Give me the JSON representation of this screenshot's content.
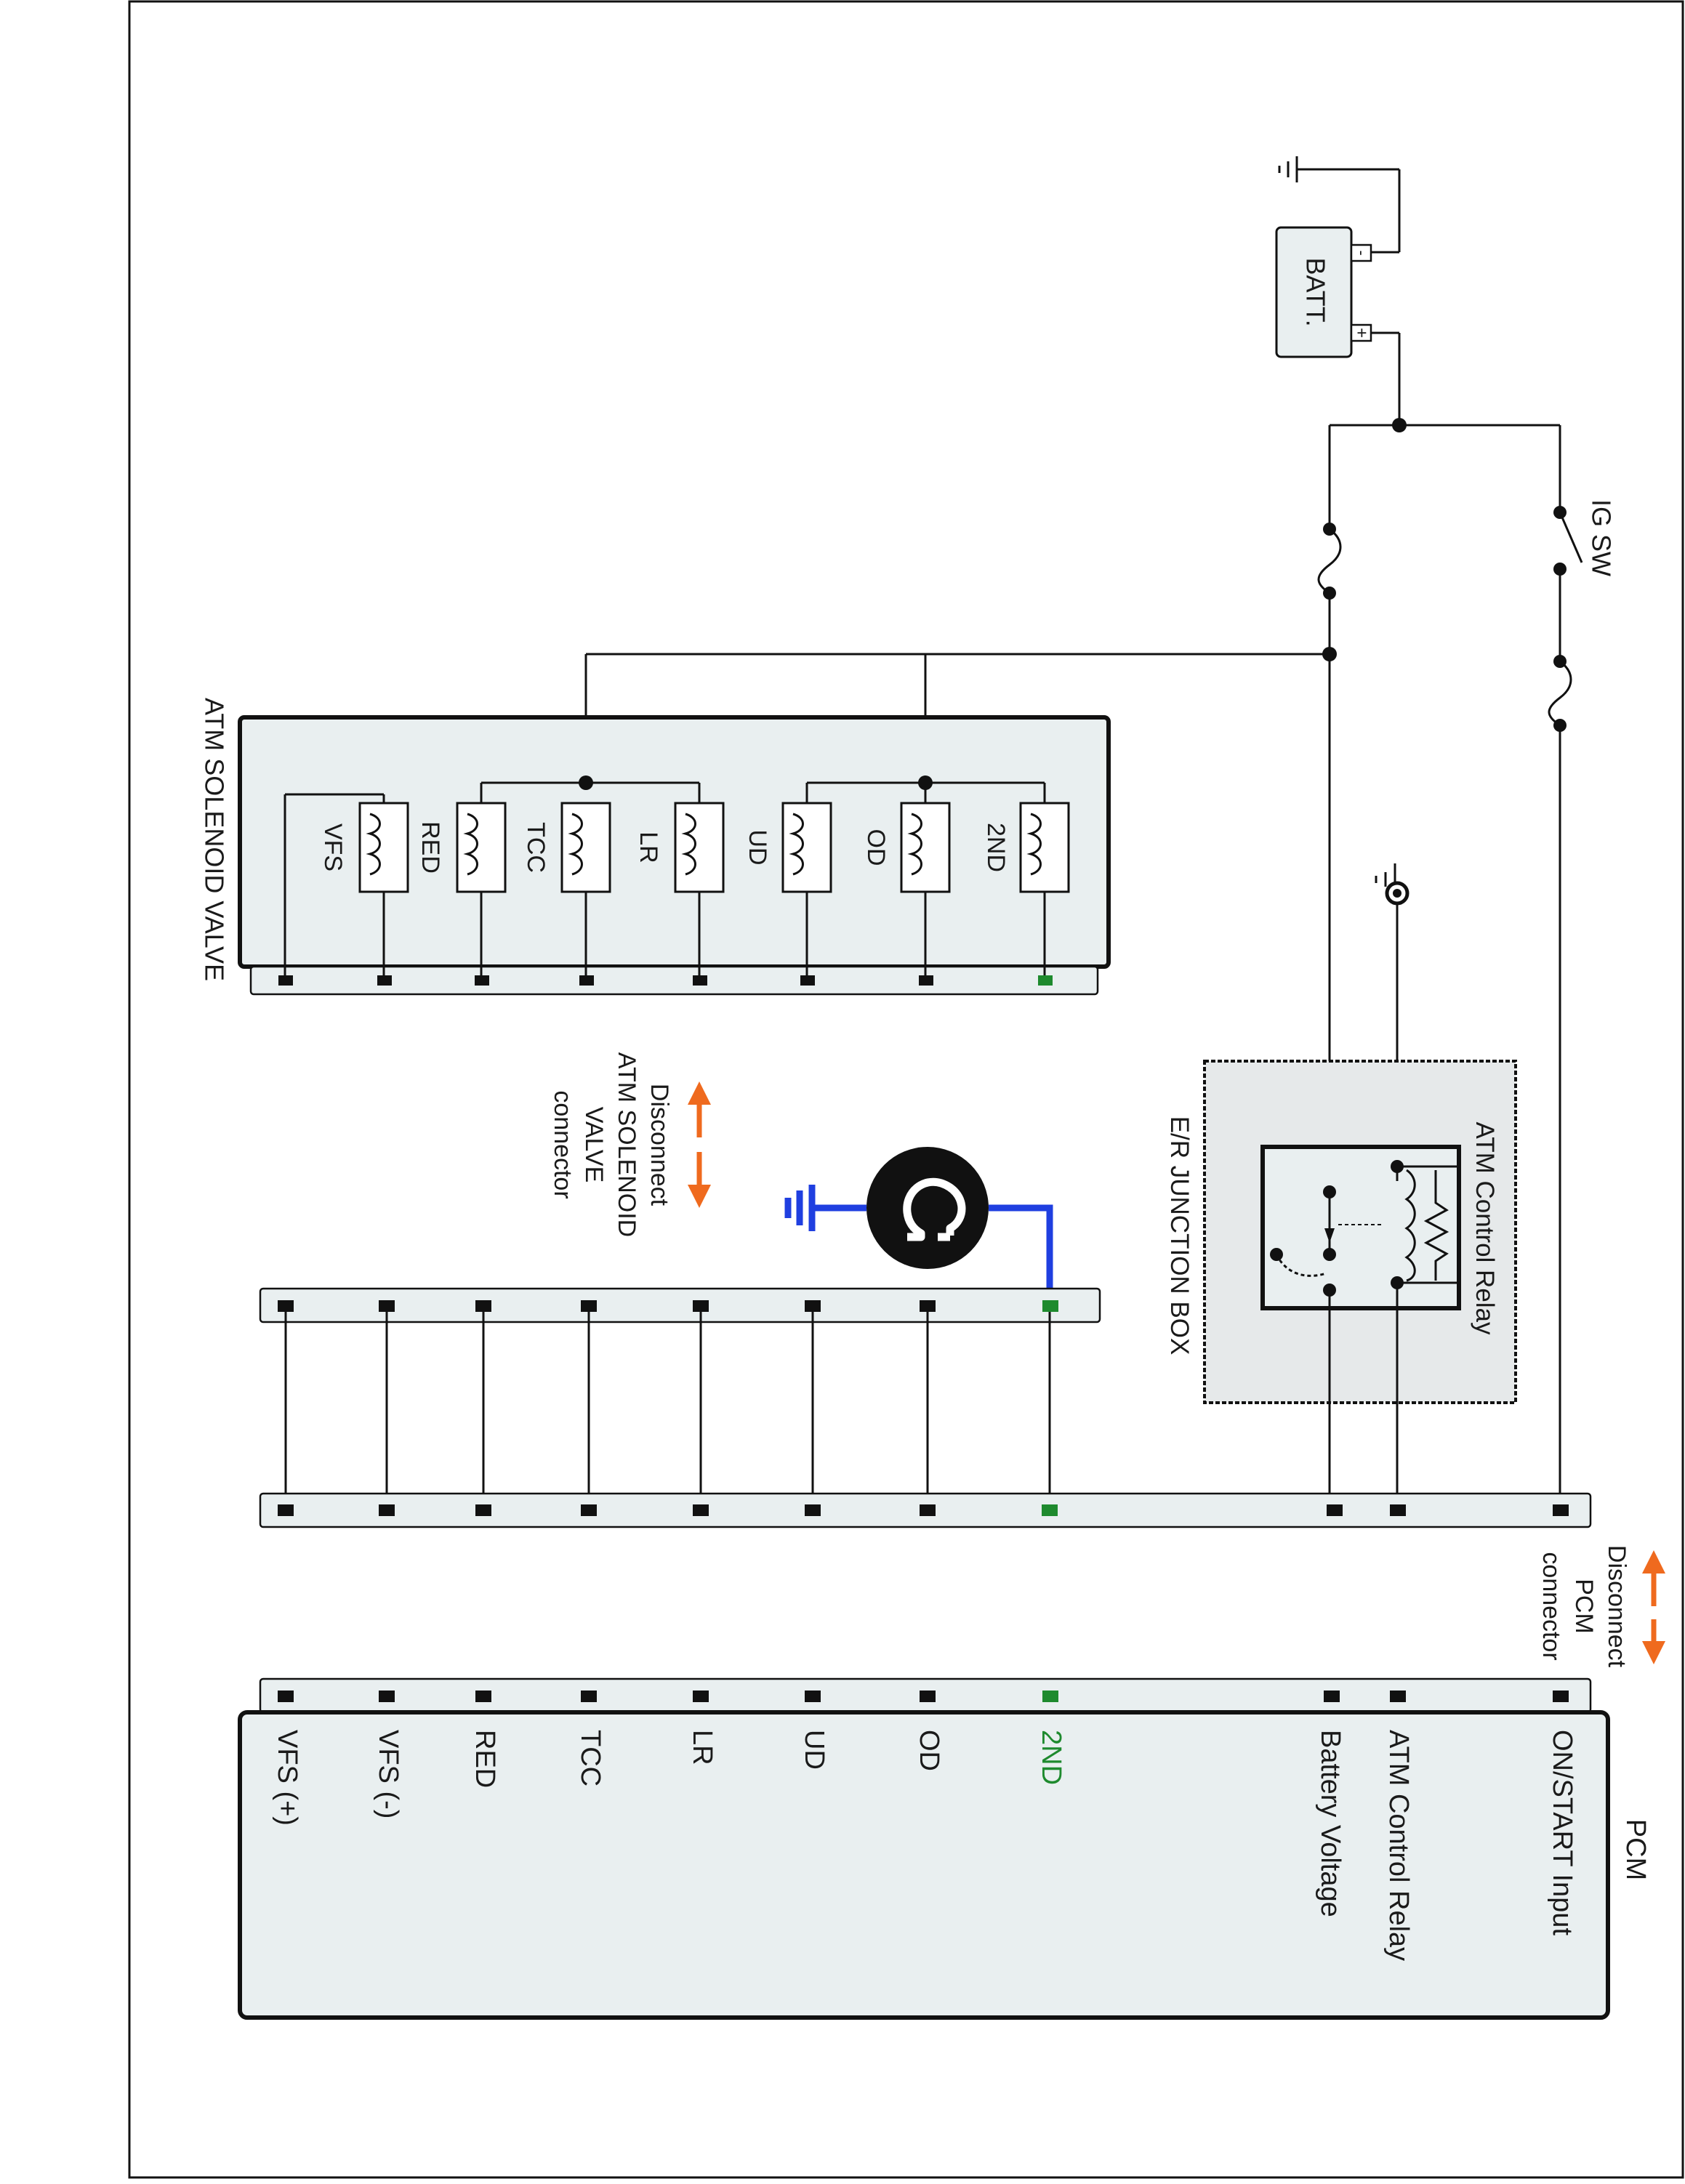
{
  "labels": {
    "ig_sw": "IG SW",
    "batt": "BATT.",
    "batt_plus": "+",
    "batt_minus": "-",
    "relay": "ATM Control Relay",
    "junction_box": "E/R JUNCTION BOX",
    "solenoid_valve": "ATM SOLENOID VALVE",
    "disconnect_solenoid": [
      "Disconnect",
      "ATM SOLENOID",
      "VALVE",
      "connector"
    ],
    "disconnect_pcm": [
      "Disconnect",
      "PCM",
      "connector"
    ],
    "pcm": "PCM"
  },
  "solenoids": [
    "2ND",
    "OD",
    "UD",
    "LR",
    "TCC",
    "RED",
    "VFS"
  ],
  "pcm_terminals": {
    "on_start": "ON/START Input",
    "relay": "ATM Control Relay",
    "battery": "Battery Voltage",
    "t_2nd": "2ND",
    "t_od": "OD",
    "t_ud": "UD",
    "t_lr": "LR",
    "t_tcc": "TCC",
    "t_red": "RED",
    "t_vfs_minus": "VFS (-)",
    "t_vfs_plus": "VFS (+)"
  },
  "colors": {
    "highlight": "#1e8a2e",
    "probe_wire": "#1f3fe0",
    "arrow": "#ef6a1e"
  },
  "icons": {
    "meter": "ohmmeter-icon"
  }
}
